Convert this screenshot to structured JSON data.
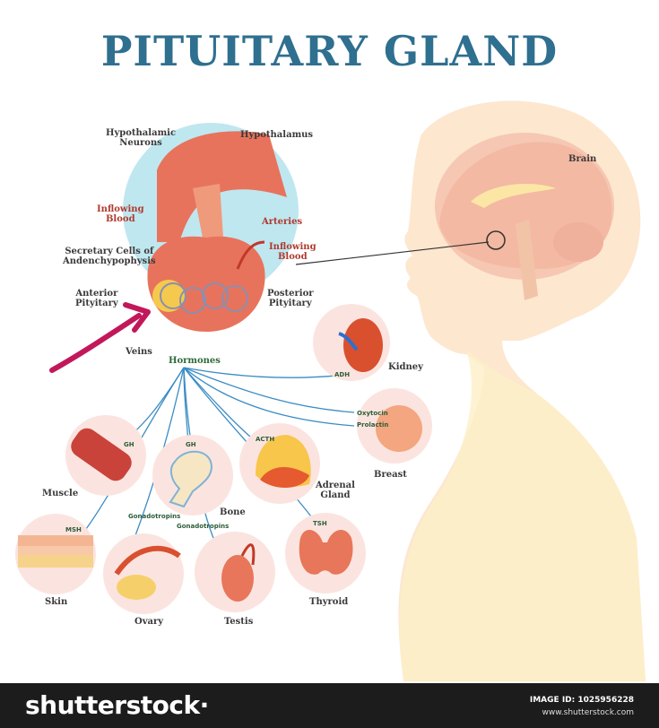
{
  "title": "PITUITARY GLAND",
  "labels": {
    "hypothalamic_neurons": "Hypothalamic\nNeurons",
    "hypothalamus": "Hypothalamus",
    "inflowing_blood_left": "Inflowing\nBlood",
    "arteries": "Arteries",
    "inflowing_blood_right": "Inflowing\nBlood",
    "secretary_cells": "Secretary Cells of\nAndenchypophysis",
    "anterior_pituitary": "Anterior\nPityitary",
    "posterior_pituitary": "Posterior\nPityitary",
    "veins": "Veins",
    "hormones": "Hormones",
    "brain": "Brain",
    "kidney": "Kidney",
    "breast": "Breast",
    "muscle": "Muscle",
    "bone": "Bone",
    "adrenal_gland": "Adrenal\nGland",
    "skin": "Skin",
    "ovary": "Ovary",
    "testis": "Testis",
    "thyroid": "Thyroid"
  },
  "hormone_tags": {
    "adh": "ADH",
    "oxytocin": "Oxytocin",
    "prolactin": "Prolactin",
    "gh_muscle": "GH",
    "gh_bone": "GH",
    "acth": "ACTH",
    "msh": "MSH",
    "gonadotropins_ovary": "Gonadotropins",
    "gonadotropins_testis": "Gonadotropins",
    "tsh": "TSH"
  },
  "footer": {
    "brand": "shutterstock·",
    "image_id": "IMAGE ID: 1025956228",
    "site": "www.shutterstock.com"
  },
  "colors": {
    "title": "#2f6f8f",
    "label_red": "#b03a2e",
    "hormone_green": "#2e6b3a",
    "arrow_blue": "#3b8cc4",
    "annotation_magenta": "#c2185b"
  }
}
